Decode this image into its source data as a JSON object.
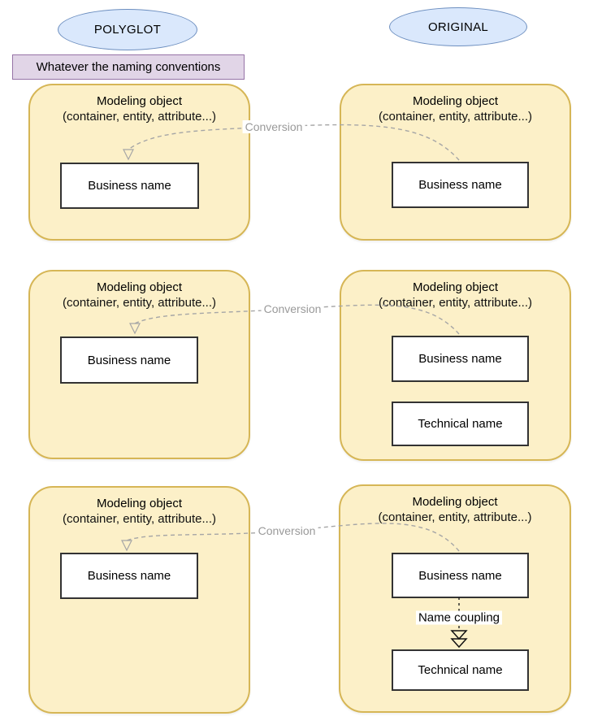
{
  "header": {
    "left_badge": "POLYGLOT",
    "right_badge": "ORIGINAL",
    "note": "Whatever the naming conventions"
  },
  "rows": [
    {
      "left": {
        "title": "Modeling object",
        "subtitle": "(container, entity, attribute...)",
        "boxes": [
          {
            "label": "Business name"
          }
        ]
      },
      "right": {
        "title": "Modeling object",
        "subtitle": "(container, entity, attribute...)",
        "boxes": [
          {
            "label": "Business name"
          }
        ]
      },
      "connector": {
        "label": "Conversion"
      }
    },
    {
      "left": {
        "title": "Modeling object",
        "subtitle": "(container, entity, attribute...)",
        "boxes": [
          {
            "label": "Business name"
          }
        ]
      },
      "right": {
        "title": "Modeling object",
        "subtitle": "(container, entity, attribute...)",
        "boxes": [
          {
            "label": "Business name"
          },
          {
            "label": "Technical name"
          }
        ]
      },
      "connector": {
        "label": "Conversion"
      }
    },
    {
      "left": {
        "title": "Modeling object",
        "subtitle": "(container, entity, attribute...)",
        "boxes": [
          {
            "label": "Business name"
          }
        ]
      },
      "right": {
        "title": "Modeling object",
        "subtitle": "(container, entity, attribute...)",
        "boxes": [
          {
            "label": "Business name"
          },
          {
            "label": "Technical name"
          }
        ]
      },
      "connector": {
        "label": "Conversion"
      },
      "coupling": {
        "label": "Name coupling"
      }
    }
  ],
  "colors": {
    "badge_fill": "#dae8fc",
    "badge_stroke": "#6c8ebf",
    "note_fill": "#e1d5e7",
    "note_stroke": "#9673a6",
    "container_fill": "#fcf0c8",
    "container_stroke": "#d6b656",
    "connector_gray": "#a6a6a6",
    "box_border": "#333333"
  }
}
